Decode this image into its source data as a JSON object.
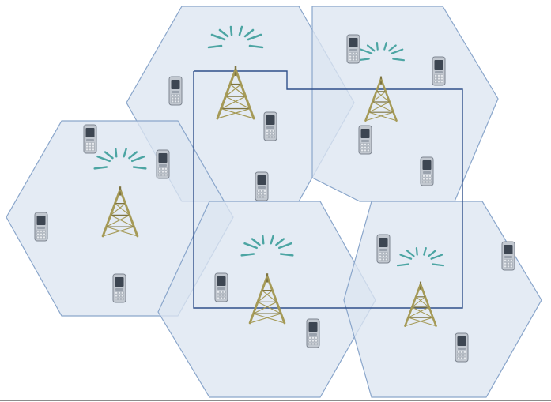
{
  "diagram": {
    "type": "cellular-network-coverage",
    "colors": {
      "background": "#ffffff",
      "cell_fill": "#dce5f1",
      "cell_stroke": "#8aa6cb",
      "cluster_stroke": "#2f4f8a",
      "tower": "#a59a57",
      "tower_dark": "#7e7440",
      "signal": "#3c9e9b",
      "phone_body": "#c2c8d0",
      "phone_screen": "#3d4652",
      "phone_keys": "#e6e9ed",
      "bottom_line": "#8c8c8c"
    },
    "cells": [
      {
        "id": "cell-top-center",
        "has_tower": true,
        "phone_count": 3
      },
      {
        "id": "cell-top-right",
        "has_tower": true,
        "phone_count": 4
      },
      {
        "id": "cell-left",
        "has_tower": true,
        "phone_count": 4
      },
      {
        "id": "cell-bottom-center",
        "has_tower": true,
        "phone_count": 2
      },
      {
        "id": "cell-bottom-right",
        "has_tower": true,
        "phone_count": 3
      }
    ],
    "icons": {
      "tower": "cell-tower-icon",
      "phone": "mobile-phone-icon"
    }
  }
}
